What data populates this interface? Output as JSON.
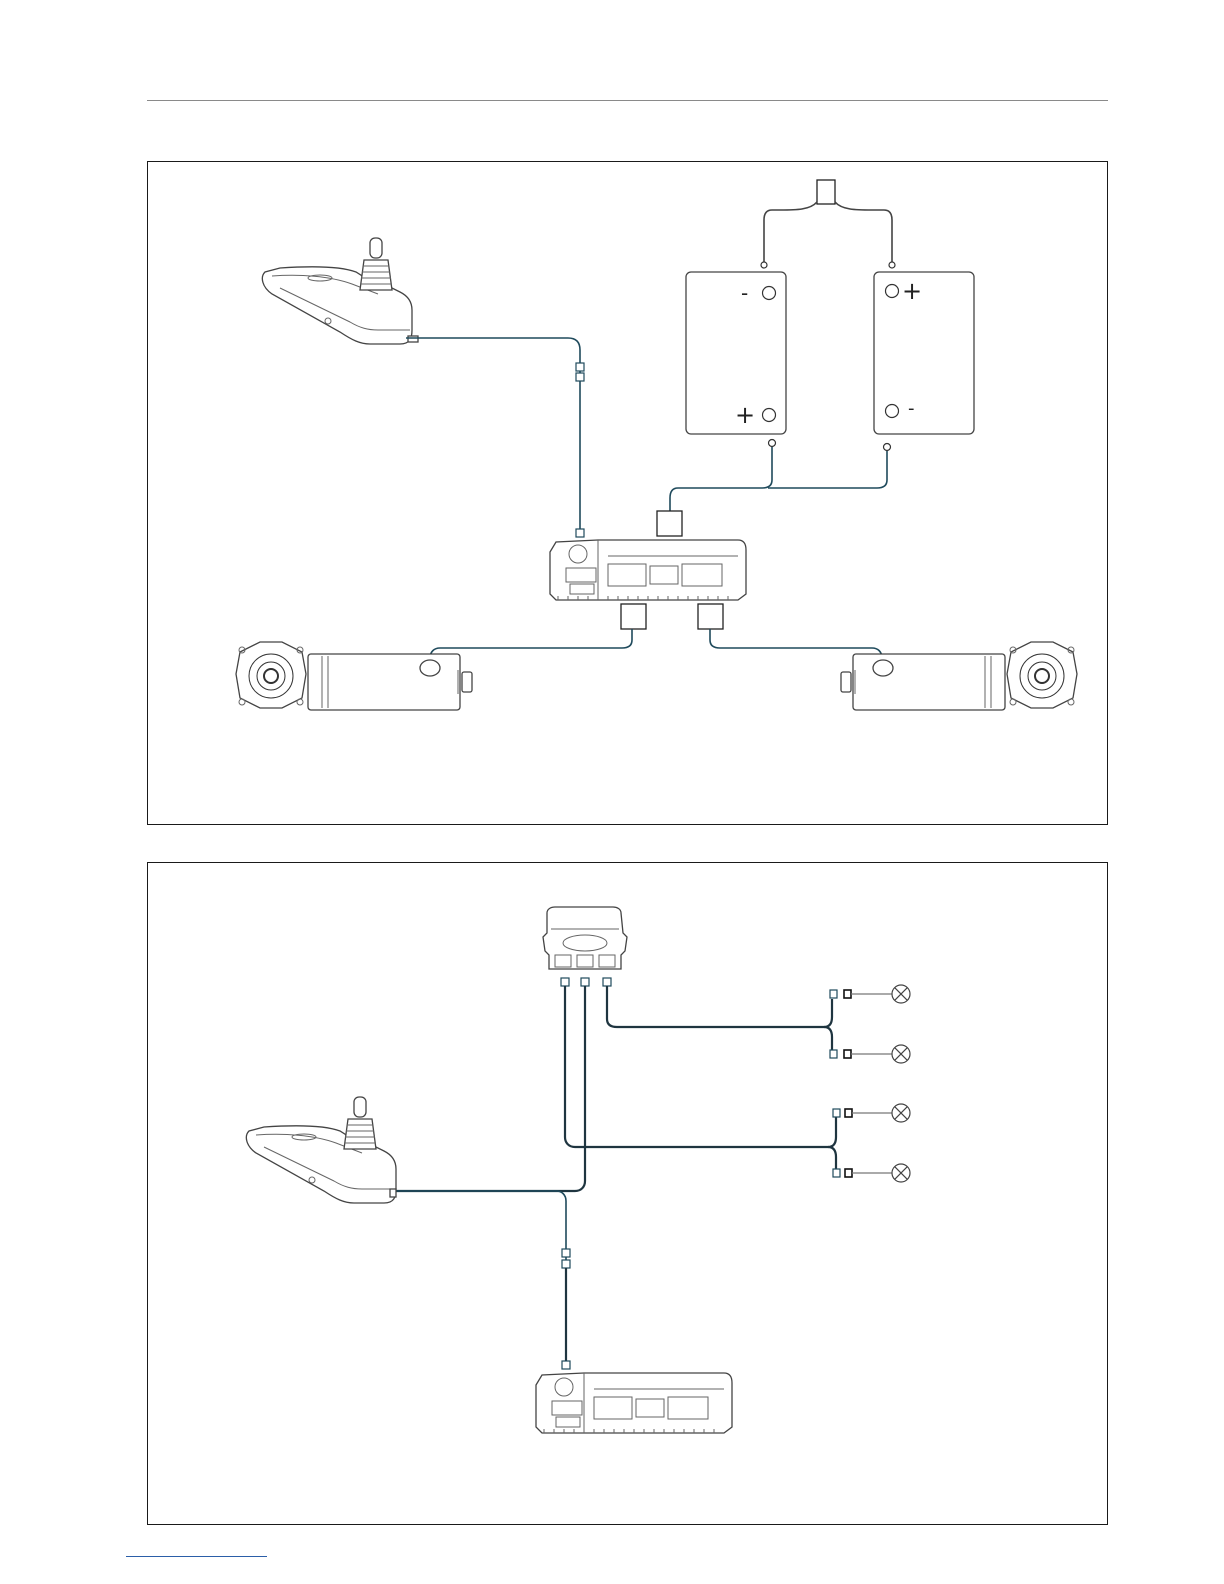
{
  "page": {
    "header_rule": true,
    "footer_link": true
  },
  "diagram_top": {
    "components": [
      "joystick-controller",
      "power-module",
      "battery-left",
      "battery-right",
      "fuse-box",
      "connector-box",
      "motor-left",
      "motor-right"
    ],
    "battery_left": {
      "top_symbol": "-",
      "bottom_symbol": "+"
    },
    "battery_right": {
      "top_symbol": "+",
      "bottom_symbol": "-"
    },
    "wire_color": "#1f4a5c"
  },
  "diagram_bottom": {
    "components": [
      "lighting-module",
      "joystick-controller",
      "power-module",
      "lamp-1",
      "lamp-2",
      "lamp-3",
      "lamp-4"
    ],
    "lamp_icon": "lamp-cross-icon",
    "wire_color": "#1f3540"
  },
  "colors": {
    "wire": "#1f4a5c",
    "outline": "#444444",
    "frame": "#1a1a1a"
  }
}
